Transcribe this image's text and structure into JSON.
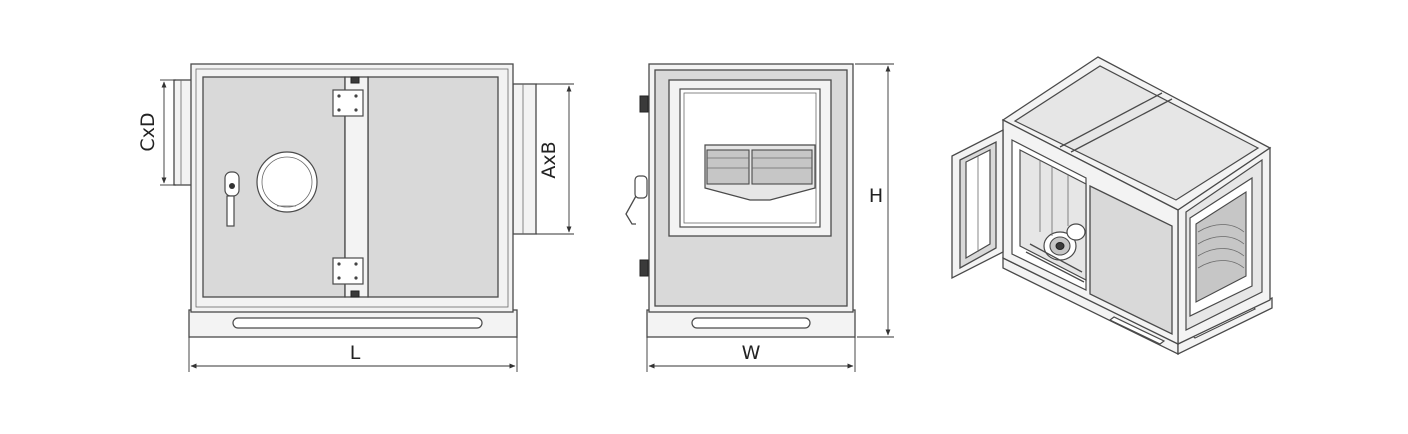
{
  "labels": {
    "length": "L",
    "width": "W",
    "height": "H",
    "inlet_size": "CxD",
    "outlet_size": "AxB"
  },
  "colors": {
    "line": "#4a4a4a",
    "panel_fill": "#d9d9d9",
    "frame_fill": "#f3f3f3",
    "background": "#ffffff"
  }
}
